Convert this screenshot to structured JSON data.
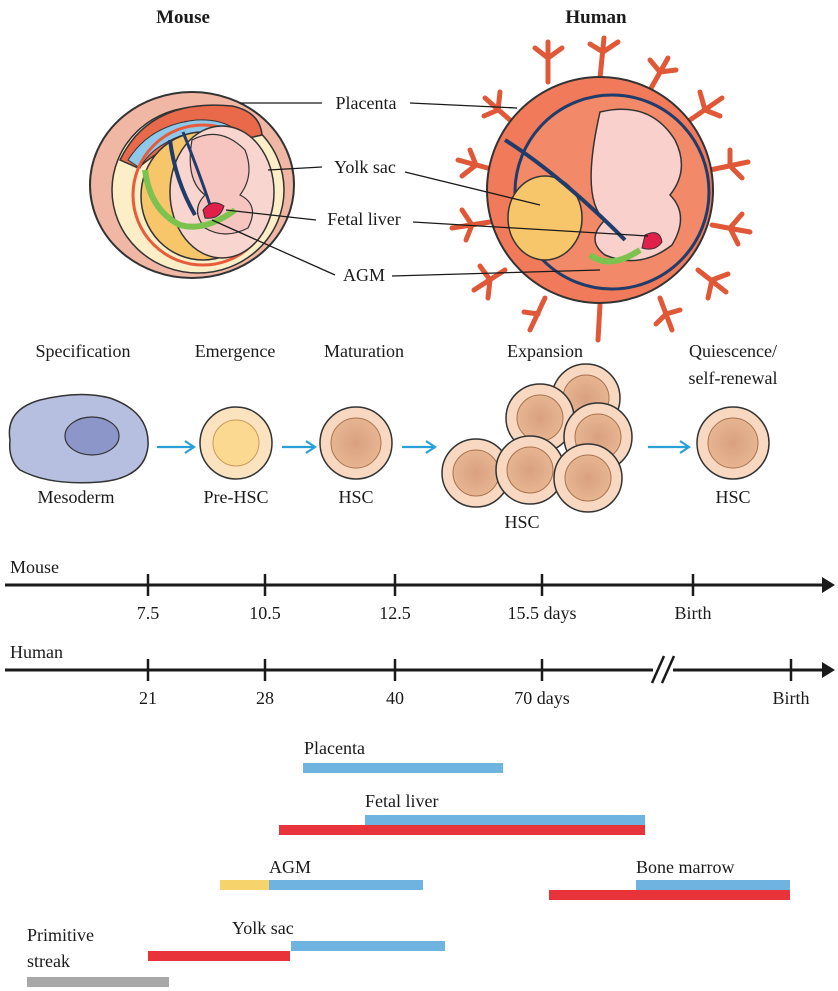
{
  "top": {
    "mouse_title": "Mouse",
    "human_title": "Human",
    "callouts": [
      "Placenta",
      "Yolk sac",
      "Fetal liver",
      "AGM"
    ]
  },
  "stages": {
    "headers": [
      "Specification",
      "Emergence",
      "Maturation",
      "Expansion",
      "Quiescence/",
      "self-renewal"
    ],
    "cells": [
      "Mesoderm",
      "Pre-HSC",
      "HSC",
      "HSC",
      "HSC"
    ]
  },
  "timelines": {
    "mouse": {
      "label": "Mouse",
      "ticks": [
        "7.5",
        "10.5",
        "12.5",
        "15.5 days",
        "Birth"
      ]
    },
    "human": {
      "label": "Human",
      "ticks": [
        "21",
        "28",
        "40",
        "70 days",
        "Birth"
      ]
    }
  },
  "sites": {
    "labels": [
      "Placenta",
      "Fetal liver",
      "AGM",
      "Bone marrow",
      "Yolk sac",
      "Primitive",
      "streak"
    ]
  },
  "colors": {
    "mouse_activity": "#e8333a",
    "human_activity": "#6fb3e0",
    "agm_early": "#f7d36b",
    "primitive_streak": "#a8a8a8",
    "mesoderm": "#b7bfe0",
    "cell_fill": "#e6b08f",
    "arrow": "#2aa0d8"
  }
}
